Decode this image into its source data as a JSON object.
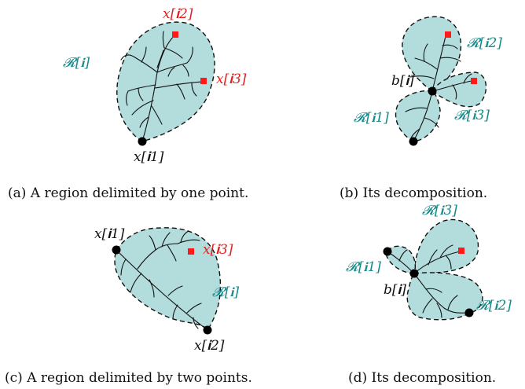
{
  "colors": {
    "region_fill": "#b3dcdc",
    "marked_point": "#ff1a1a",
    "red_label": "#e02020",
    "teal_label": "#138a8a",
    "black": "#111111"
  },
  "panel_a": {
    "label_region": "𝓡[𝐢]",
    "label_top": "x[𝐢2]",
    "label_right": "x[𝐢3]",
    "label_bottom": "x[𝐢1]",
    "caption": "(a) A region delimited by one point."
  },
  "panel_b": {
    "label_top": "𝓡[𝐢2]",
    "label_right": "𝓡[𝐢3]",
    "label_left": "𝓡[𝐢1]",
    "label_center": "b[𝐢]",
    "caption": "(b) Its decomposition."
  },
  "panel_c": {
    "label_topleft": "x[𝐢1]",
    "label_red": "x[𝐢3]",
    "label_region": "𝓡[𝐢]",
    "label_bottom": "x[𝐢2]",
    "caption": "(c) A region delimited by two points."
  },
  "panel_d": {
    "label_top": "𝓡[𝐢3]",
    "label_left": "𝓡[𝐢1]",
    "label_center": "b[𝐢]",
    "label_right": "𝓡[𝐢2]",
    "caption": "(d) Its decomposition."
  }
}
